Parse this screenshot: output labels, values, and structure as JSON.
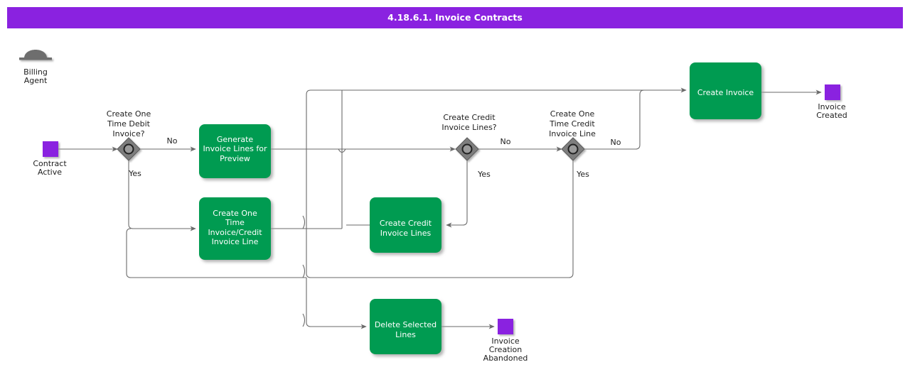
{
  "header": {
    "title": "4.18.6.1. Invoice Contracts",
    "bar_color": "#8A22E0",
    "text_color": "#FFFFFF"
  },
  "palette": {
    "event_purple": "#8A22E0",
    "task_green": "#009B51",
    "gateway_gray": "#7E7E7E",
    "line_gray": "#6A6A6A",
    "text_dark": "#1D1D1D",
    "task_text": "#FFFFFF"
  },
  "diagram": {
    "type": "bpmn-flowchart",
    "actor": {
      "id": "billing-agent",
      "icon": "actor-hat-icon",
      "label_line1": "Billing",
      "label_line2": "Agent"
    },
    "events": [
      {
        "id": "contract-active",
        "kind": "start",
        "label_line1": "Contract",
        "label_line2": "Active"
      },
      {
        "id": "invoice-created",
        "kind": "end",
        "label_line1": "Invoice",
        "label_line2": "Created"
      },
      {
        "id": "invoice-creation-abandoned",
        "kind": "end",
        "label_line1": "Invoice",
        "label_line2": "Creation",
        "label_line3": "Abandoned"
      }
    ],
    "gateways": [
      {
        "id": "gw-one-time-debit",
        "kind": "inclusive",
        "label_line1": "Create One",
        "label_line2": "Time Debit",
        "label_line3": "Invoice?",
        "branch_no": "No",
        "branch_yes": "Yes"
      },
      {
        "id": "gw-credit-invoice-lines",
        "kind": "inclusive",
        "label_line1": "Create Credit",
        "label_line2": "Invoice Lines?",
        "label_line3": "",
        "branch_no": "No",
        "branch_yes": "Yes"
      },
      {
        "id": "gw-one-time-credit",
        "kind": "inclusive",
        "label_line1": "Create One",
        "label_line2": "Time Credit",
        "label_line3": "Invoice Line",
        "branch_no": "No",
        "branch_yes": "Yes"
      }
    ],
    "tasks": [
      {
        "id": "generate-invoice-lines-for-preview",
        "lines": [
          "Generate",
          "Invoice Lines for",
          "Preview"
        ]
      },
      {
        "id": "create-one-time-invoice-credit-invoice-line",
        "lines": [
          "Create One",
          "Time",
          "Invoice/Credit",
          "Invoice Line"
        ]
      },
      {
        "id": "create-credit-invoice-lines",
        "lines": [
          "Create Credit",
          "Invoice Lines"
        ]
      },
      {
        "id": "delete-selected-lines",
        "lines": [
          "Delete Selected",
          "Lines"
        ]
      },
      {
        "id": "create-invoice",
        "lines": [
          "Create Invoice"
        ]
      }
    ]
  }
}
